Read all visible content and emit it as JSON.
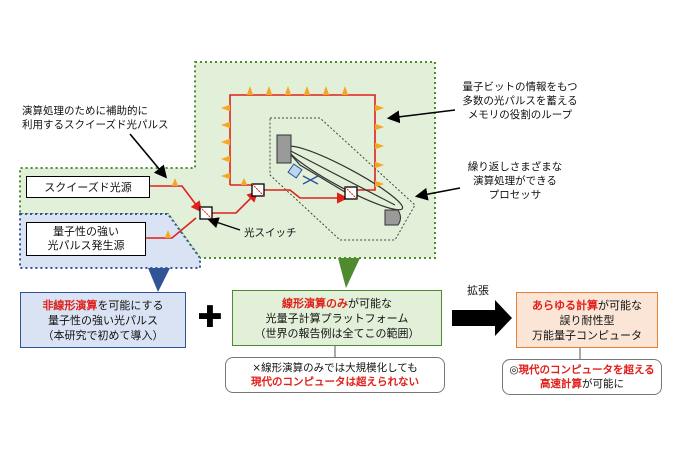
{
  "labels": {
    "squeezed_aux": [
      "演算処理のために補助的に",
      "利用するスクイーズド光パルス"
    ],
    "squeezed_source": "スクイーズド光源",
    "quantum_source": [
      "量子性の強い",
      "光パルス発生源"
    ],
    "optical_switch": "光スイッチ",
    "memory_loop": [
      "量子ビットの情報をもつ",
      "多数の光パルスを蓄える",
      "メモリの役割のループ"
    ],
    "processor": [
      "繰り返しさまざまな",
      "演算処理ができる",
      "プロセッサ"
    ]
  },
  "bottom": {
    "left_box": {
      "line1_red": "非線形演算",
      "line1_rest": "を可能にする",
      "line2": "量子性の強い光パルス",
      "line3": "（本研究で初めて導入）"
    },
    "plus": "✚",
    "middle_box": {
      "line1_red": "線形演算のみ",
      "line1_rest": "が可能な",
      "line2": "光量子計算プラットフォーム",
      "line3": "（世界の報告例は全てこの範囲）"
    },
    "middle_note": {
      "line1": "×線形演算のみでは大規模化しても",
      "line2_red": "現代のコンピュータは超えられない"
    },
    "arrow_label": "拡張",
    "right_box": {
      "line1_red": "あらゆる計算",
      "line1_rest": "が可能な",
      "line2": "誤り耐性型",
      "line3": "万能量子コンピュータ"
    },
    "right_note": {
      "line1_pre": "◎",
      "line1_red": "現代のコンピュータを超える",
      "line2_red": "高速計算",
      "line2_rest": "が可能に"
    }
  },
  "colors": {
    "green_region": "#e2efd9",
    "green_border": "#4e8a2e",
    "blue_region": "#dae3f3",
    "blue_border": "#2f5597",
    "pulse_orange": "#f5a623",
    "beam_red": "#e0201a",
    "orange_box": "#fbe5d6",
    "orange_border": "#ed7d31"
  }
}
